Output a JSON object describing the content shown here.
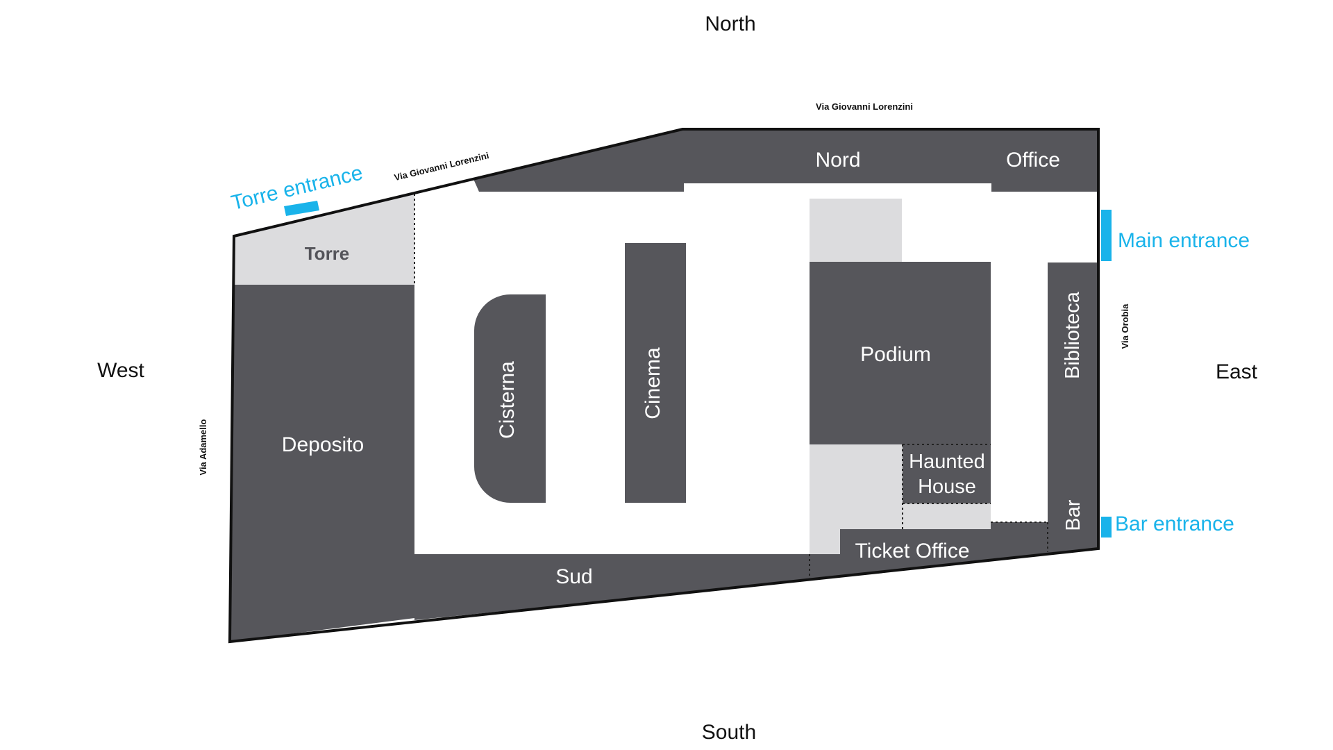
{
  "colors": {
    "room_dark": "#56565b",
    "room_light": "#dcdcde",
    "entrance": "#19b3ea",
    "outline": "#111111"
  },
  "compass": {
    "north": "North",
    "south": "South",
    "west": "West",
    "east": "East"
  },
  "streets": {
    "north_diagonal": "Via Giovanni Lorenzini",
    "north_top": "Via Giovanni Lorenzini",
    "west": "Via Adamello",
    "east": "Via Orobia"
  },
  "rooms": {
    "nord": "Nord",
    "office": "Office",
    "torre": "Torre",
    "deposito": "Deposito",
    "cisterna": "Cisterna",
    "cinema": "Cinema",
    "podium": "Podium",
    "haunted_line1": "Haunted",
    "haunted_line2": "House",
    "biblioteca": "Biblioteca",
    "bar": "Bar",
    "ticket_office": "Ticket Office",
    "sud": "Sud"
  },
  "entrances": {
    "torre": "Torre entrance",
    "main": "Main entrance",
    "bar": "Bar entrance"
  }
}
